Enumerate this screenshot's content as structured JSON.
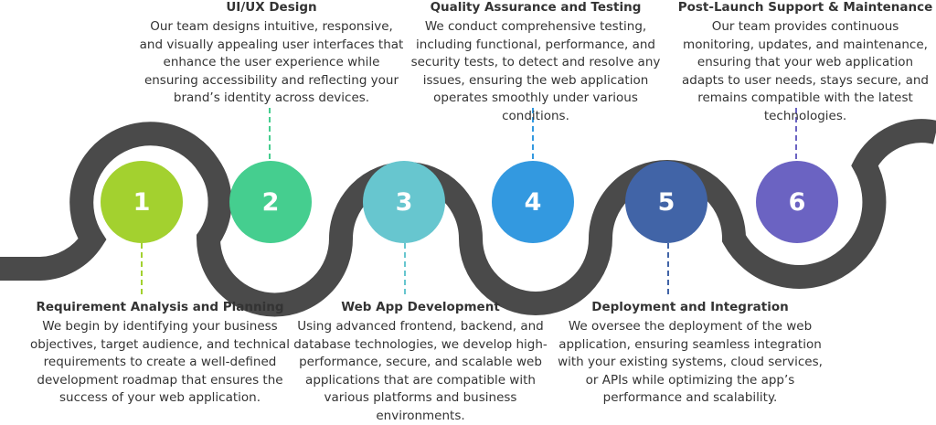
{
  "diagram": {
    "title_hidden": "",
    "steps": [
      {
        "number": "1",
        "title": "Requirement Analysis and Planning",
        "description": "We begin by identifying your business objectives, target audience, and technical requirements to create a well-defined development roadmap that ensures the success of your web application.",
        "color": "#a3d12f",
        "position": "bottom"
      },
      {
        "number": "2",
        "title": "UI/UX Design",
        "description": "Our team designs intuitive, responsive, and visually appealing user interfaces that enhance the user experience while ensuring accessibility and reflecting your brand’s identity across devices.",
        "color": "#45ce8f",
        "position": "top"
      },
      {
        "number": "3",
        "title": "Web App Development",
        "description": "Using advanced frontend, backend, and database technologies, we develop high-performance, secure, and scalable web applications that are compatible with various platforms and business environments.",
        "color": "#67c6cf",
        "position": "bottom"
      },
      {
        "number": "4",
        "title": "Quality Assurance and Testing",
        "description": "We conduct comprehensive testing, including functional, performance, and security tests, to detect and resolve any issues, ensuring the web application operates smoothly under various conditions.",
        "color": "#3399e0",
        "position": "top"
      },
      {
        "number": "5",
        "title": "Deployment and Integration",
        "description": "We oversee the deployment of the web application, ensuring seamless integration with your existing systems, cloud services, or APIs while optimizing the app’s performance and scalability.",
        "color": "#4164a7",
        "position": "bottom"
      },
      {
        "number": "6",
        "title": "Post-Launch Support & Maintenance",
        "description": "Our team provides continuous monitoring, updates, and maintenance, ensuring that your web application adapts to user needs, stays secure, and remains compatible with the latest technologies.",
        "color": "#6b63c2",
        "position": "top"
      }
    ],
    "wave_color": "#4a4a4a"
  }
}
